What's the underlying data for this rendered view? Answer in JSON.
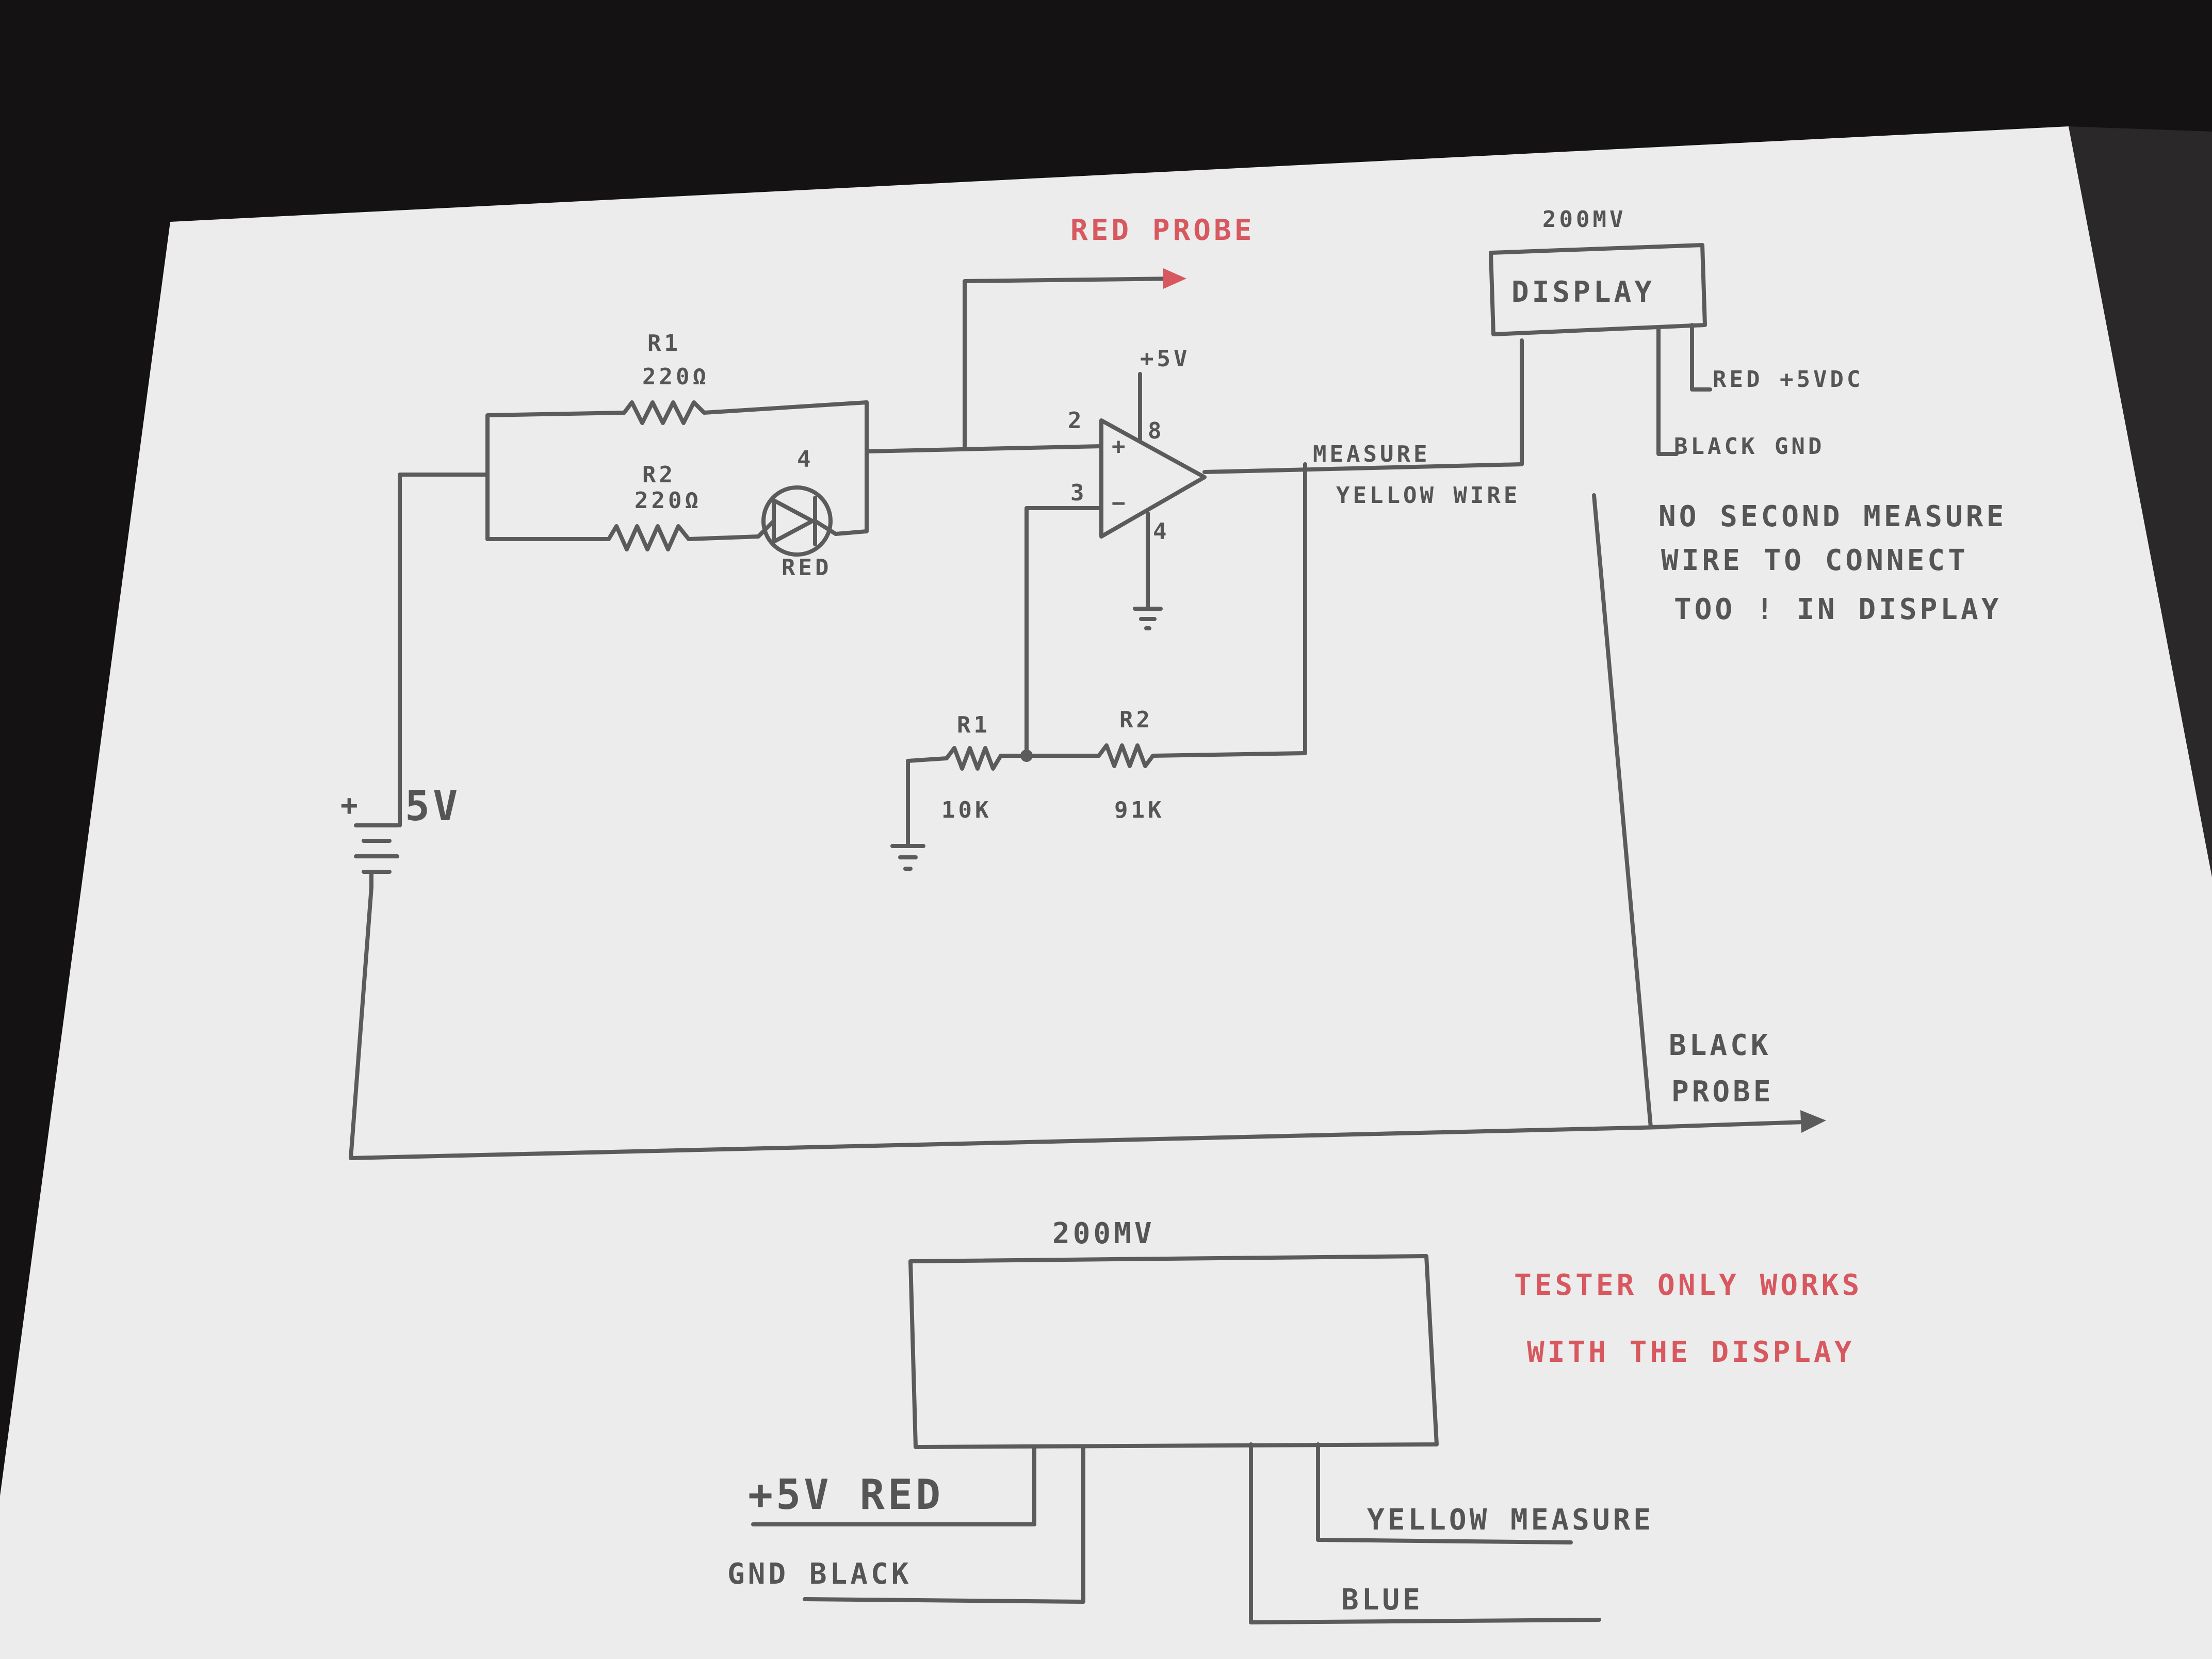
{
  "labels": {
    "red_probe": "RED PROBE",
    "display_top_title": "200MV",
    "display_top_label": "DISPLAY",
    "red_5vdc": "RED +5VDC",
    "black_gnd": "BLACK GND",
    "measure": "MEASURE",
    "yellow_wire": "YELLOW WIRE",
    "note_line1": "NO SECOND MEASURE",
    "note_line2": "WIRE TO CONNECT",
    "note_line3": "TOO ! IN DISPLAY",
    "r1_top_name": "R1",
    "r1_top_value": "220Ω",
    "r2_top_name": "R2",
    "r2_top_value": "220Ω",
    "led_label": "RED",
    "led_pin": "4",
    "vcc": "+5V",
    "pin2": "2",
    "pin3": "3",
    "pin8": "8",
    "pin4": "4",
    "plus": "+",
    "minus": "−",
    "r1_bottom_name": "R1",
    "r1_bottom_value": "10K",
    "r2_bottom_name": "R2",
    "r2_bottom_value": "91K",
    "battery_plus": "+",
    "battery_label": "5V",
    "black_probe_1": "BLACK",
    "black_probe_2": "PROBE",
    "display_bottom_title": "200MV",
    "tester_line1": "TESTER ONLY WORKS",
    "tester_line2": "WITH THE DISPLAY",
    "w_5v_red": "+5V RED",
    "w_gnd_black": "GND BLACK",
    "w_yellow_measure": "YELLOW MEASURE",
    "w_blue": "BLUE"
  },
  "colors": {
    "background": "#141213",
    "paper": "#ececec",
    "ink": "#5b5b5b",
    "red_ink": "#d8585f"
  }
}
